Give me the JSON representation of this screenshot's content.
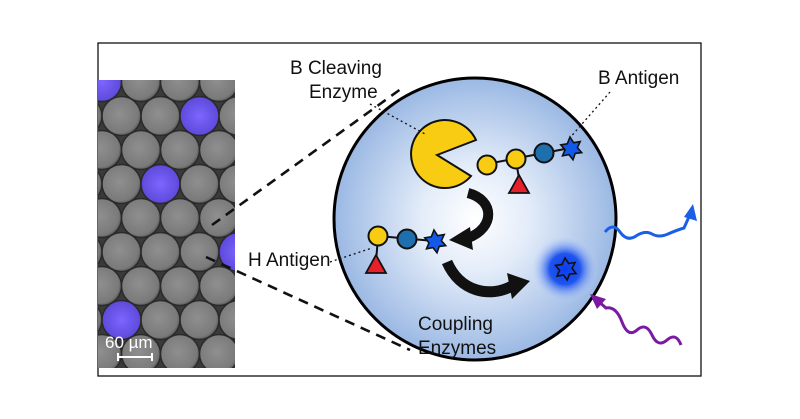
{
  "labels": {
    "b_cleaving_line1": "B Cleaving",
    "b_cleaving_line2": "Enzyme",
    "b_antigen": "B Antigen",
    "h_antigen": "H Antigen",
    "coupling_line1": "Coupling",
    "coupling_line2": "Enzymes",
    "scale_bar": "60 µm"
  },
  "colors": {
    "droplet_fill": "#8fb2e3",
    "fluorescent_droplet": "#6e5cf0",
    "galactose_yellow": "#f7cc12",
    "fucose_red": "#e8202a",
    "glcnac_blue": "#1d6fad",
    "galnac_star_blue": "#1259e8",
    "emission_blue": "#1a5fe6",
    "excitation_purple": "#7a1aa0"
  }
}
